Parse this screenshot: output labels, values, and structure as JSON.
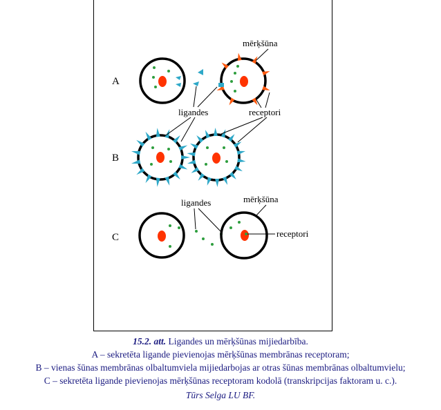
{
  "diagram": {
    "row_labels": [
      "A",
      "B",
      "C"
    ],
    "labels": {
      "a_target_cell": "mērķšūna",
      "a_ligands": "ligandes",
      "a_receptors": "receptori",
      "c_ligands": "ligandes",
      "c_target_cell": "mērķšūna",
      "c_receptors": "receptori"
    },
    "colors": {
      "nucleus": "#ff3300",
      "dots": "#2e9e3e",
      "ligand": "#2ea8c8",
      "receptor": "#ff5a10",
      "membrane": "#000000"
    }
  },
  "caption": {
    "number": "15.2. att.",
    "title": "Ligandes un mērķšūnas mijiedarbība.",
    "line_a": "A  – sekretēta ligande pievienojas mērķšūnas membrānas receptoram;",
    "line_b": "B – vienas šūnas membrānas olbaltumviela mijiedarbojas ar otras šūnas membrānas olbaltumvielu;",
    "line_c": "C – sekretēta ligande pievienojas mērķšūnas receptoram kodolā (transkripcijas faktoram u. c.).",
    "credit": "Tūrs Selga LU BF."
  }
}
